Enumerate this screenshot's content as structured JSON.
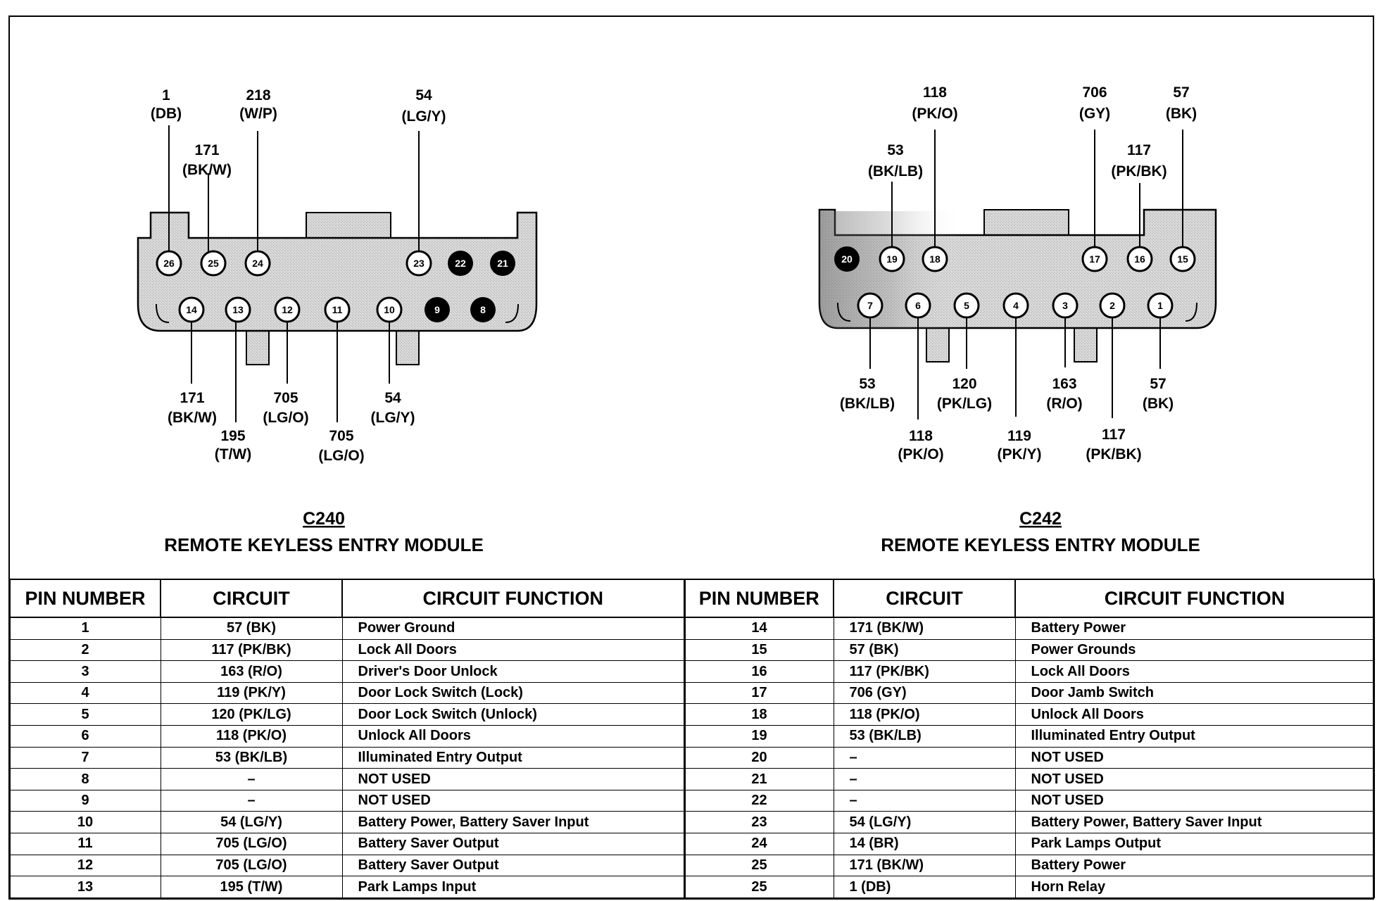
{
  "connectors": [
    {
      "title": "C240",
      "subtitle": "REMOTE KEYLESS ENTRY MODULE",
      "top_labels": [
        {
          "circuit": "1",
          "color": "(DB)"
        },
        {
          "circuit": "218",
          "color": "(W/P)"
        },
        {
          "circuit": "171",
          "color": "(BK/W)"
        },
        {
          "circuit": "54",
          "color": "(LG/Y)"
        }
      ],
      "bottom_labels": [
        {
          "circuit": "171",
          "color": "(BK/W)"
        },
        {
          "circuit": "195",
          "color": "(T/W)"
        },
        {
          "circuit": "705",
          "color": "(LG/O)"
        },
        {
          "circuit": "705",
          "color": "(LG/O)"
        },
        {
          "circuit": "54",
          "color": "(LG/Y)"
        }
      ],
      "top_row_pins": [
        "26",
        "25",
        "24",
        "23",
        "22",
        "21"
      ],
      "bottom_row_pins": [
        "14",
        "13",
        "12",
        "11",
        "10",
        "9",
        "8"
      ]
    },
    {
      "title": "C242",
      "subtitle": "REMOTE KEYLESS ENTRY MODULE",
      "top_labels": [
        {
          "circuit": "118",
          "color": "(PK/O)"
        },
        {
          "circuit": "706",
          "color": "(GY)"
        },
        {
          "circuit": "57",
          "color": "(BK)"
        },
        {
          "circuit": "53",
          "color": "(BK/LB)"
        },
        {
          "circuit": "117",
          "color": "(PK/BK)"
        }
      ],
      "bottom_labels": [
        {
          "circuit": "53",
          "color": "(BK/LB)"
        },
        {
          "circuit": "120",
          "color": "(PK/LG)"
        },
        {
          "circuit": "163",
          "color": "(R/O)"
        },
        {
          "circuit": "57",
          "color": "(BK)"
        },
        {
          "circuit": "118",
          "color": "(PK/O)"
        },
        {
          "circuit": "119",
          "color": "(PK/Y)"
        },
        {
          "circuit": "117",
          "color": "(PK/BK)"
        }
      ],
      "top_row_pins": [
        "20",
        "19",
        "18",
        "17",
        "16",
        "15"
      ],
      "bottom_row_pins": [
        "7",
        "6",
        "5",
        "4",
        "3",
        "2",
        "1"
      ]
    }
  ],
  "table": {
    "headers": [
      "PIN NUMBER",
      "CIRCUIT",
      "CIRCUIT FUNCTION",
      "PIN NUMBER",
      "CIRCUIT",
      "CIRCUIT FUNCTION"
    ],
    "rows": [
      [
        "1",
        "57 (BK)",
        "Power Ground",
        "14",
        "171 (BK/W)",
        "Battery Power"
      ],
      [
        "2",
        "117 (PK/BK)",
        "Lock All Doors",
        "15",
        "57 (BK)",
        "Power Grounds"
      ],
      [
        "3",
        "163 (R/O)",
        "Driver's Door Unlock",
        "16",
        "117 (PK/BK)",
        "Lock All Doors"
      ],
      [
        "4",
        "119 (PK/Y)",
        "Door Lock Switch (Lock)",
        "17",
        "706 (GY)",
        "Door Jamb Switch"
      ],
      [
        "5",
        "120 (PK/LG)",
        "Door Lock Switch (Unlock)",
        "18",
        "118 (PK/O)",
        "Unlock All Doors"
      ],
      [
        "6",
        "118 (PK/O)",
        "Unlock All Doors",
        "19",
        "53 (BK/LB)",
        "Illuminated Entry Output"
      ],
      [
        "7",
        "53 (BK/LB)",
        "Illuminated Entry Output",
        "20",
        "–",
        "NOT USED"
      ],
      [
        "8",
        "–",
        "NOT USED",
        "21",
        "–",
        "NOT USED"
      ],
      [
        "9",
        "–",
        "NOT USED",
        "22",
        "–",
        "NOT USED"
      ],
      [
        "10",
        "54 (LG/Y)",
        "Battery Power, Battery Saver Input",
        "23",
        "54 (LG/Y)",
        "Battery Power, Battery Saver Input"
      ],
      [
        "11",
        "705 (LG/O)",
        "Battery Saver Output",
        "24",
        "14 (BR)",
        "Park Lamps Output"
      ],
      [
        "12",
        "705 (LG/O)",
        "Battery Saver Output",
        "25",
        "171 (BK/W)",
        "Battery Power"
      ],
      [
        "13",
        "195 (T/W)",
        "Park Lamps Input",
        "25",
        "1 (DB)",
        "Horn Relay"
      ]
    ]
  }
}
